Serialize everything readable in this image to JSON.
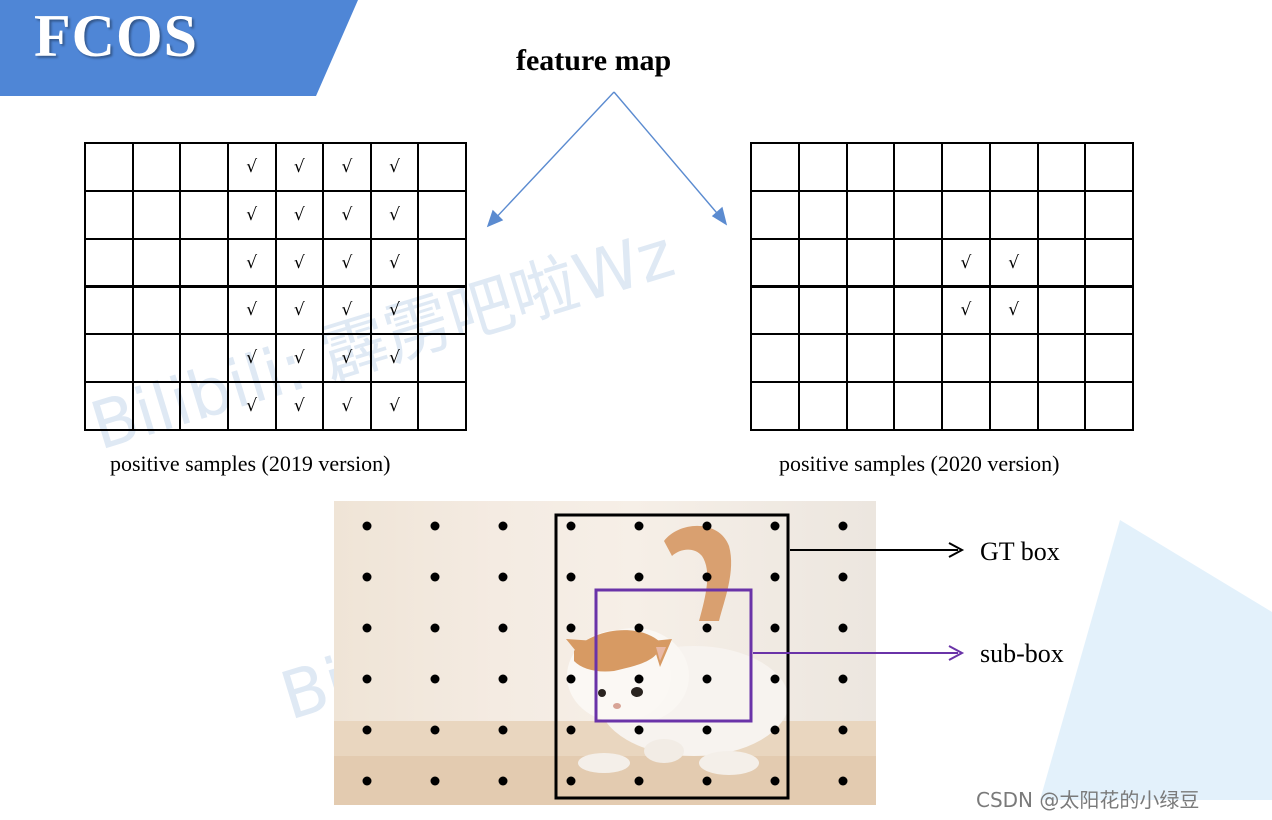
{
  "header": {
    "banner_title": "FCOS",
    "banner_color": "#4f86d6"
  },
  "diagram": {
    "title": "feature map",
    "left_grid": {
      "caption": "positive samples (2019 version)",
      "rows": 6,
      "cols": 8,
      "check_mark": "√",
      "checked": [
        [
          0,
          3
        ],
        [
          0,
          4
        ],
        [
          0,
          5
        ],
        [
          0,
          6
        ],
        [
          1,
          3
        ],
        [
          1,
          4
        ],
        [
          1,
          5
        ],
        [
          1,
          6
        ],
        [
          2,
          3
        ],
        [
          2,
          4
        ],
        [
          2,
          5
        ],
        [
          2,
          6
        ],
        [
          3,
          3
        ],
        [
          3,
          4
        ],
        [
          3,
          5
        ],
        [
          3,
          6
        ],
        [
          4,
          3
        ],
        [
          4,
          4
        ],
        [
          4,
          5
        ],
        [
          4,
          6
        ],
        [
          5,
          3
        ],
        [
          5,
          4
        ],
        [
          5,
          5
        ],
        [
          5,
          6
        ]
      ]
    },
    "right_grid": {
      "caption": "positive samples (2020 version)",
      "rows": 6,
      "cols": 8,
      "check_mark": "√",
      "checked": [
        [
          2,
          4
        ],
        [
          2,
          5
        ],
        [
          3,
          4
        ],
        [
          3,
          5
        ]
      ]
    },
    "image": {
      "dots_rows": 6,
      "dots_cols": 8,
      "gt_box_label": "GT box",
      "sub_box_label": "sub-box",
      "gt_color": "#000000",
      "sub_color": "#6a33a8",
      "arrow_color": "#5b8bd0"
    },
    "watermark": "Bilibili: 霹雳吧啦Wz",
    "credit": "CSDN @太阳花的小绿豆"
  }
}
